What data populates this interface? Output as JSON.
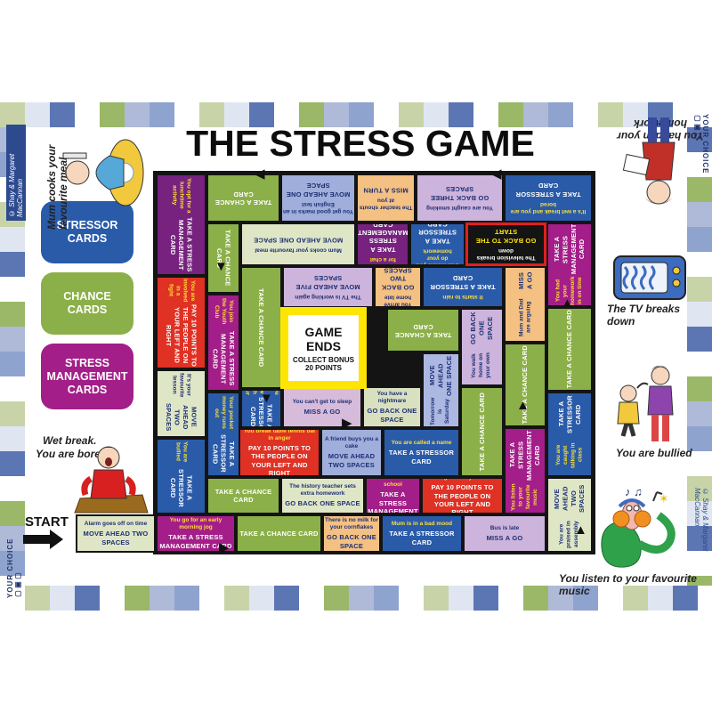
{
  "title": "THE STRESS GAME",
  "credit": "© Shay & Margaret MacCannan",
  "logo": "YOUR CHOICE ▢▣▢",
  "start_label": "START",
  "palette": {
    "green": "#8cb049",
    "lightgreen": "#dfe6c6",
    "blue": "#2a5ba9",
    "magenta": "#a31e88",
    "purple": "#76227e",
    "lilac": "#cdb4dc",
    "periwinkle": "#9faeda",
    "periwinkle2": "#adb8e2",
    "orange": "#f4c183",
    "red": "#df3124",
    "black": "#141414",
    "pinklilac": "#d6bbda",
    "nightgreen": "#d9e0c0",
    "yellow": "#ffe504",
    "board_line": "#141414"
  },
  "card_keys": [
    {
      "label": "STRESSOR CARDS",
      "color": "blue"
    },
    {
      "label": "CHANCE CARDS",
      "color": "green"
    },
    {
      "label": "STRESS MANAGEMENT CARDS",
      "color": "magenta"
    }
  ],
  "captions": {
    "mum_cooks": "Mum cooks your favourite meal",
    "hand_homework": "You hand in your homework",
    "tv_breaks": "The TV breaks down",
    "wet_break_1": "Wet break.",
    "wet_break_2": "You are bored",
    "bullied": "You are bullied",
    "music": "You listen to your favourite music"
  },
  "center": {
    "line1": "GAME ENDS",
    "line2": "COLLECT BONUS",
    "line3": "20 POINTS"
  },
  "board": {
    "squares": [
      {
        "name": "alarm",
        "text": "Alarm goes off on time",
        "action": "MOVE AHEAD TWO SPACES",
        "bg": "lightgreen"
      },
      {
        "name": "jog",
        "text": "You go for an early morning jog",
        "action": "TAKE A STRESS MANAGEMENT CARD",
        "bg": "magenta"
      },
      {
        "name": "chance-1",
        "text": "",
        "action": "TAKE A CHANCE CARD",
        "bg": "green"
      },
      {
        "name": "cornflakes",
        "text": "There is no milk for your cornflakes",
        "action": "GO BACK ONE SPACE",
        "bg": "orange"
      },
      {
        "name": "bad-mood",
        "text": "Mum is in a bad mood",
        "action": "TAKE A STRESSOR CARD",
        "bg": "blue"
      },
      {
        "name": "bus-late",
        "text": "Bus is late",
        "action": "MISS A GO",
        "bg": "lilac"
      },
      {
        "name": "praised",
        "text": "You are praised in assembly",
        "action": "MOVE AHEAD TWO SPACES",
        "bg": "lightgreen"
      },
      {
        "name": "caught-talking",
        "text": "You are caught talking in class",
        "action": "TAKE A STRESSOR CARD",
        "bg": "blue"
      },
      {
        "name": "chance-2",
        "text": "",
        "action": "TAKE A CHANCE CARD",
        "bg": "green"
      },
      {
        "name": "homework-on-time",
        "text": "You had your homework in on time",
        "action": "TAKE A STRESS MANAGEMENT CARD",
        "bg": "magenta"
      },
      {
        "name": "wet-break",
        "text": "It's a wet break and you are bored",
        "action": "TAKE A STRESSOR CARD",
        "bg": "blue"
      },
      {
        "name": "smoking",
        "text": "You are caught smoking",
        "action": "GO BACK THREE SPACES",
        "bg": "lilac"
      },
      {
        "name": "teacher-shouts",
        "text": "The teacher shouts at you",
        "action": "MISS A TURN",
        "bg": "orange"
      },
      {
        "name": "english-test",
        "text": "You get good marks in an English test",
        "action": "MOVE AHEAD ONE SPACE",
        "bg": "periwinkle"
      },
      {
        "name": "chance-3",
        "text": "",
        "action": "TAKE A CHANCE CARD",
        "bg": "green"
      },
      {
        "name": "lunchtime-activity",
        "text": "You opt for a lunchtime activity",
        "action": "TAKE A STRESS MANAGEMENT CARD",
        "bg": "purple"
      },
      {
        "name": "fight",
        "text": "You are involved in a fight",
        "action": "PAY 10 POINTS TO THE PEOPLE ON YOUR LEFT AND RIGHT",
        "bg": "red"
      },
      {
        "name": "favourite-lesson",
        "text": "It's your favourite lesson",
        "action": "MOVE AHEAD TWO SPACES",
        "bg": "lightgreen"
      },
      {
        "name": "bullied",
        "text": "You are bullied",
        "action": "TAKE A STRESSOR CARD",
        "bg": "blue"
      },
      {
        "name": "chance-4",
        "text": "",
        "action": "TAKE A CHANCE CARD",
        "bg": "green"
      },
      {
        "name": "history-homework",
        "text": "The history teacher sets extra homework",
        "action": "GO BACK ONE SPACE",
        "bg": "lightgreen"
      },
      {
        "name": "basketball",
        "text": "You play basketball after school",
        "action": "TAKE A STRESS MANAGEMENT CARD",
        "bg": "magenta"
      },
      {
        "name": "argue-sister",
        "text": "You argue with your sister",
        "action": "PAY 10 POINTS TO THE PEOPLE ON YOUR LEFT AND RIGHT",
        "bg": "red"
      },
      {
        "name": "listen-music",
        "text": "You listen to your favourite music",
        "action": "TAKE A STRESS MANAGEMENT CARD",
        "bg": "magenta"
      },
      {
        "name": "chance-5",
        "text": "",
        "action": "TAKE A CHANCE CARD",
        "bg": "green"
      },
      {
        "name": "parents-arguing",
        "text": "Mum and Dad are arguing",
        "action": "MISS A GO",
        "bg": "orange"
      },
      {
        "name": "tv-breaks-down",
        "text": "The television breaks down",
        "action": "GO BACK TO THE START",
        "bg": "black"
      },
      {
        "name": "dad-insists",
        "text": "Dad insists you do your homework",
        "action": "TAKE A STRESSOR CARD",
        "bg": "blue"
      },
      {
        "name": "call-friend",
        "text": "You call a friend for a chat",
        "action": "TAKE A STRESS MANAGEMENT CARD",
        "bg": "purple"
      },
      {
        "name": "mum-cooks",
        "text": "Mum cooks your favourite meal",
        "action": "MOVE AHEAD ONE SPACE",
        "bg": "lightgreen"
      },
      {
        "name": "chance-6",
        "text": "",
        "action": "TAKE A CHANCE CARD",
        "bg": "green"
      },
      {
        "name": "youth-club",
        "text": "You join the Youth Club",
        "action": "TAKE A STRESS MANAGEMENT CARD",
        "bg": "magenta"
      },
      {
        "name": "pocket-money",
        "text": "Your pocket money runs out",
        "action": "TAKE A STRESSOR CARD",
        "bg": "blue"
      },
      {
        "name": "table-tennis",
        "text": "You break table tennis bat in anger",
        "action": "PAY 10 POINTS TO THE PEOPLE ON YOUR LEFT AND RIGHT",
        "bg": "red"
      },
      {
        "name": "cake",
        "text": "A friend buys you a cake",
        "action": "MOVE AHEAD TWO SPACES",
        "bg": "periwinkle"
      },
      {
        "name": "called-name",
        "text": "You are called a name",
        "action": "TAKE A STRESSOR CARD",
        "bg": "blue"
      },
      {
        "name": "chance-7",
        "text": "",
        "action": "TAKE A CHANCE CARD",
        "bg": "green"
      },
      {
        "name": "walk-home",
        "text": "You walk home on your own",
        "action": "GO BACK ONE SPACE",
        "bg": "lilac"
      },
      {
        "name": "rain",
        "text": "It starts to rain",
        "action": "TAKE A STRESSOR CARD",
        "bg": "blue"
      },
      {
        "name": "home-late",
        "text": "You arrive home late",
        "action": "GO BACK TWO SPACES",
        "bg": "orange"
      },
      {
        "name": "tv-working",
        "text": "The TV is working again",
        "action": "MOVE AHEAD FIVE SPACES",
        "bg": "lilac"
      },
      {
        "name": "chance-8",
        "text": "",
        "action": "TAKE A CHANCE CARD",
        "bg": "green"
      },
      {
        "name": "row-with-mum",
        "text": "You have a row with your mum",
        "action": "TAKE A STRESSOR CARD",
        "bg": "blue"
      },
      {
        "name": "cant-sleep",
        "text": "You can't get to sleep",
        "action": "MISS A GO",
        "bg": "pinklilac"
      },
      {
        "name": "nightmare",
        "text": "You have a nightmare",
        "action": "GO BACK ONE SPACE",
        "bg": "nightgreen"
      },
      {
        "name": "saturday",
        "text": "Tomorrow is Saturday",
        "action": "MOVE AHEAD ONE SPACE",
        "bg": "periwinkle2"
      },
      {
        "name": "chance-9",
        "text": "",
        "action": "TAKE A CHANCE CARD",
        "bg": "green"
      }
    ]
  }
}
